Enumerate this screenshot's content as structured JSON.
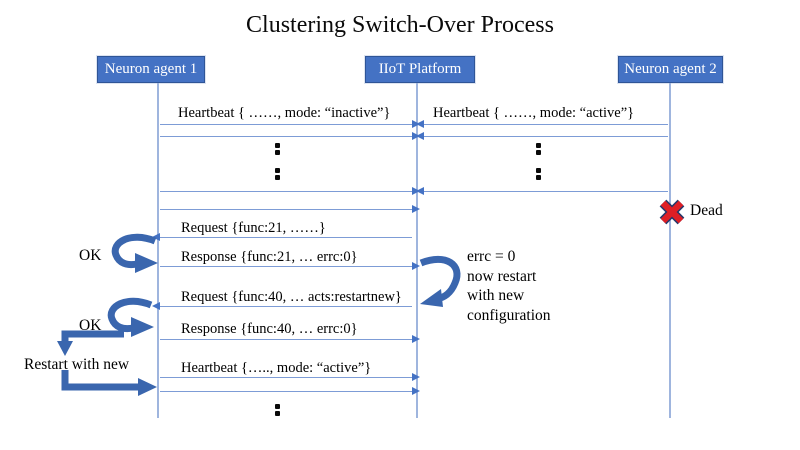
{
  "title": "Clustering Switch-Over Process",
  "actors": {
    "agent1": {
      "label": "Neuron agent 1"
    },
    "platform": {
      "label": "IIoT Platform"
    },
    "agent2": {
      "label": "Neuron agent 2"
    }
  },
  "messages": {
    "heartbeat_inactive": {
      "label": "Heartbeat { ……, mode: “inactive”}"
    },
    "heartbeat_active": {
      "label": "Heartbeat { ……, mode: “active”}"
    },
    "request_func21": {
      "label": "Request {func:21, ……}"
    },
    "response_func21": {
      "label": "Response {func:21, … errc:0}"
    },
    "request_func40": {
      "label": "Request {func:40, … acts:restartnew}"
    },
    "response_func40": {
      "label": "Response {func:40, … errc:0}"
    },
    "heartbeat_active_new": {
      "label": "Heartbeat {….., mode: “active”}"
    }
  },
  "annotations": {
    "ok_first": "OK",
    "ok_second": "OK",
    "dead": "Dead",
    "restart_with_new": "Restart with new",
    "note_lines": [
      "errc = 0",
      "now restart",
      "with new",
      "configuration"
    ]
  },
  "colors": {
    "box-fill": "#4472C4",
    "box-border": "#2F5597",
    "line": "#7D9CD6",
    "arrowhead": "#4472C4",
    "thick": "#3A66AE",
    "dead-red": "#DE1F26",
    "dead-outline": "#23386B",
    "lifeline": "#9FB5DE"
  }
}
